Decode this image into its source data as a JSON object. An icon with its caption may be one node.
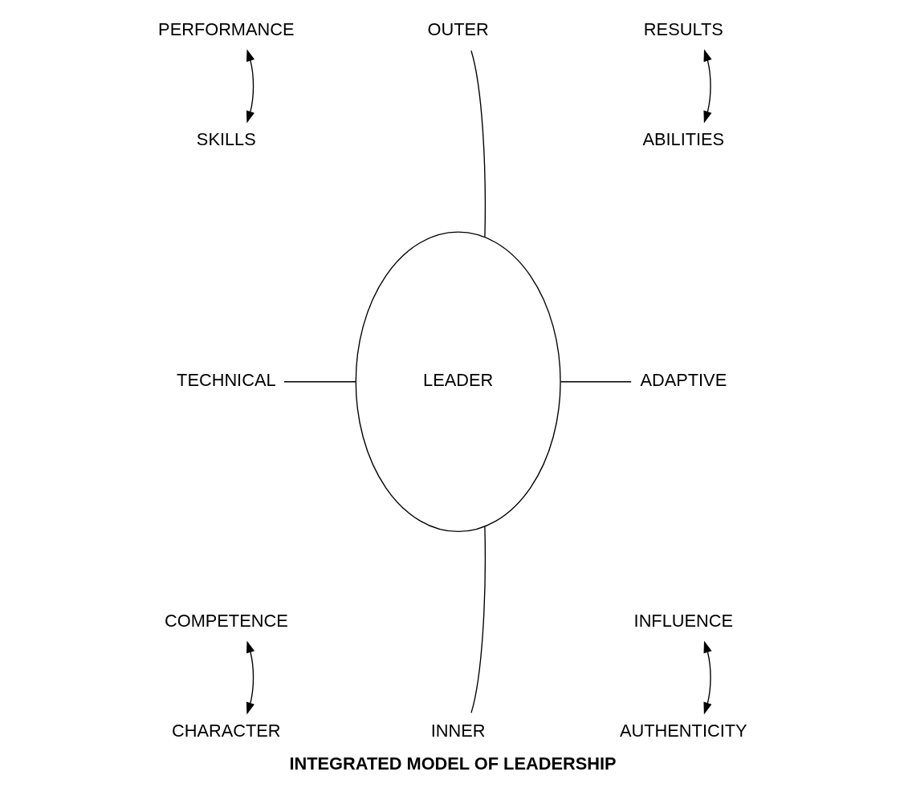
{
  "diagram": {
    "title": "INTEGRATED MODEL OF LEADERSHIP",
    "nodes": [
      {
        "text": [
          "PERFORMANCE"
        ]
      },
      {
        "text": [
          "OUTER"
        ]
      },
      {
        "text": [
          "RESULTS"
        ]
      },
      {
        "text": [
          "SKILLS"
        ]
      },
      {
        "text": [
          "ABILITIES"
        ]
      },
      {
        "text": [
          "TECHNICAL"
        ]
      },
      {
        "text": [
          "LEADER"
        ]
      },
      {
        "text": [
          "ADAPTIVE"
        ]
      },
      {
        "text": [
          "COMPETENCE"
        ]
      },
      {
        "text": [
          "INFLUENCE"
        ]
      },
      {
        "text": [
          "CHARACTER"
        ]
      },
      {
        "text": [
          "INNER"
        ]
      },
      {
        "text": [
          "AUTHENTICITY"
        ]
      }
    ],
    "edges": [
      {
        "from": 1,
        "to": 6,
        "arrow": "none"
      },
      {
        "from": 5,
        "to": 6,
        "arrow": "none"
      },
      {
        "from": 6,
        "to": 7,
        "arrow": "none"
      },
      {
        "from": 6,
        "to": 11,
        "arrow": "none"
      },
      {
        "from": 0,
        "to": 3,
        "arrow": "both"
      },
      {
        "from": 2,
        "to": 4,
        "arrow": "both"
      },
      {
        "from": 8,
        "to": 10,
        "arrow": "both"
      },
      {
        "from": 9,
        "to": 12,
        "arrow": "both"
      }
    ]
  }
}
